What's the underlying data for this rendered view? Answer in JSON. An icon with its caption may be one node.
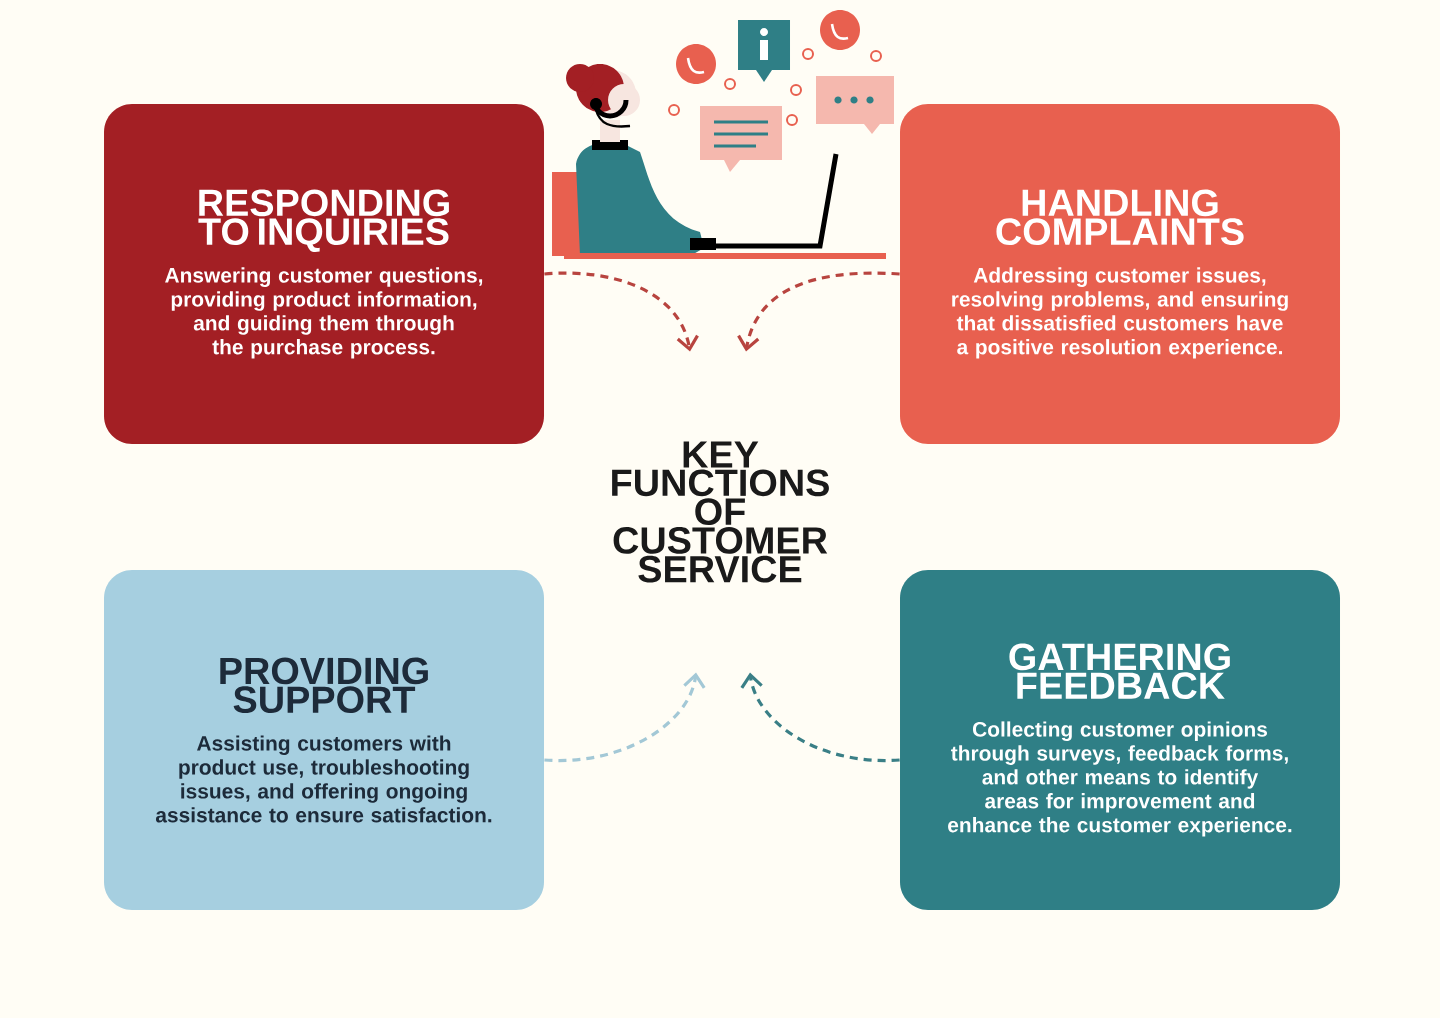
{
  "diagram": {
    "nodes": [
      {
        "text": [
          "RESPONDING TO INQUIRIES",
          "Answering customer questions, providing product information, and guiding them through the purchase process."
        ]
      },
      {
        "text": [
          "HANDLING COMPLAINTS",
          "Addressing customer issues, resolving problems, and ensuring that dissatisfied customers have a positive resolution experience."
        ]
      },
      {
        "text": [
          "PROVIDING SUPPORT",
          "Assisting customers with product use, troubleshooting issues, and offering ongoing assistance to ensure satisfaction."
        ]
      },
      {
        "text": [
          "GATHERING FEEDBACK",
          "Collecting customer opinions through surveys, feedback forms, and other means to identify areas for improvement and enhance the customer experience."
        ]
      },
      {
        "text": [
          "KEY FUNCTIONS OF CUSTOMER SERVICE"
        ]
      }
    ],
    "edges": [
      {
        "from": 0,
        "to": 4,
        "arrow": "to",
        "style": "dashed",
        "color": "#b8443f"
      },
      {
        "from": 1,
        "to": 4,
        "arrow": "to",
        "style": "dashed",
        "color": "#b8443f"
      },
      {
        "from": 2,
        "to": 4,
        "arrow": "to",
        "style": "dashed",
        "color": "#a3c8d6"
      },
      {
        "from": 3,
        "to": 4,
        "arrow": "to",
        "style": "dashed",
        "color": "#3a7f86"
      }
    ]
  }
}
